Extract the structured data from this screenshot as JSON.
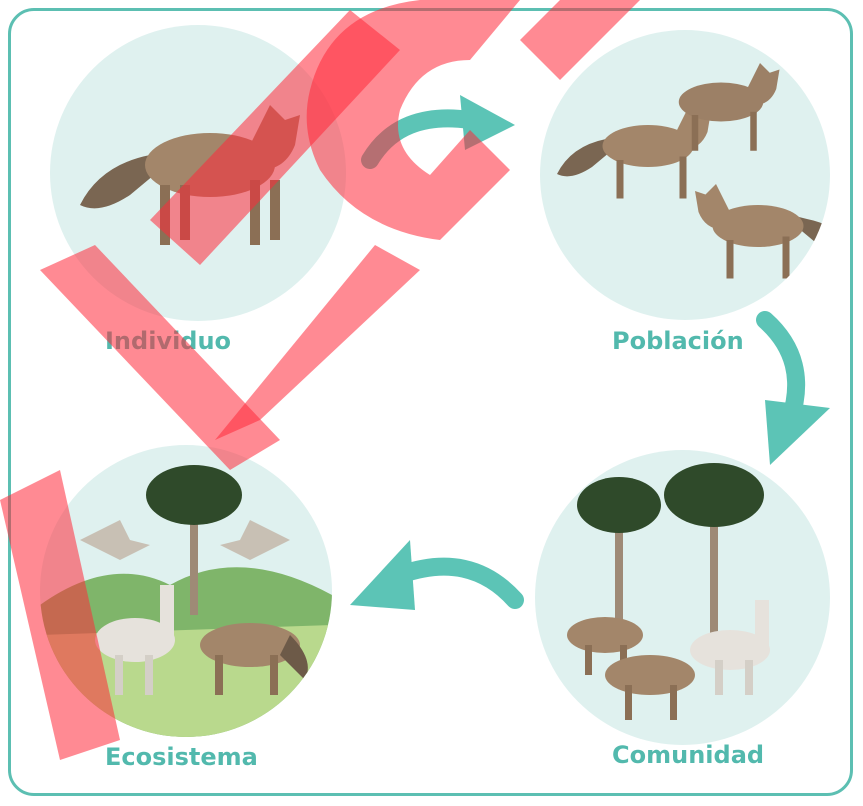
{
  "labels": {
    "individual": "Individuo",
    "population": "Población",
    "community": "Comunidad",
    "ecosystem": "Ecosistema"
  },
  "watermark": {
    "text": "SVIG",
    "color": "#ff2a3a"
  },
  "colors": {
    "frame": "#5cbfb2",
    "label": "#52b9ad",
    "circle": "#dff1ef",
    "arrow": "#5cc4b6",
    "fox": "#a3866a",
    "tree": "#2f4a2a"
  }
}
